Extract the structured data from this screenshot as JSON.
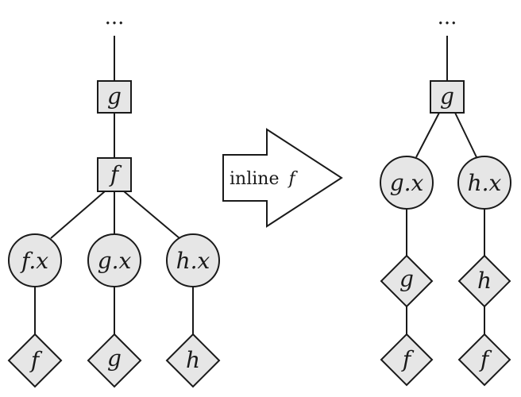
{
  "left_tree": {
    "root_dots": "...",
    "g_box": "g",
    "f_box": "f",
    "circles": [
      "f.x",
      "g.x",
      "h.x"
    ],
    "diamonds": [
      "f",
      "g",
      "h"
    ]
  },
  "arrow": {
    "word": "inline",
    "symbol": "f"
  },
  "right_tree": {
    "root_dots": "...",
    "g_box": "g",
    "circles": [
      "g.x",
      "h.x"
    ],
    "diamonds_mid": [
      "g",
      "h"
    ],
    "diamonds_bottom": [
      "f",
      "f"
    ]
  }
}
